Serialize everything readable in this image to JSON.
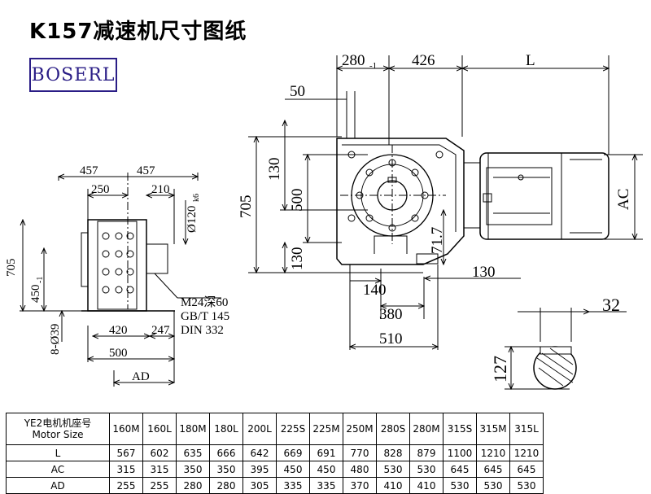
{
  "title": "K157减速机尺寸图纸",
  "logo": "BOSERL",
  "dims": {
    "left_w1": "457",
    "left_w2": "457",
    "left_250": "250",
    "left_210": "210",
    "left_120": "Ø120",
    "left_120_sub": "k6",
    "left_705": "705",
    "left_450": "450",
    "left_450_sub": "-1",
    "left_839": "8-Ø39",
    "left_420": "420",
    "left_247": "247",
    "left_500": "500",
    "left_ad": "AD",
    "note1": "M24深60",
    "note2": "GB/T 145",
    "note3": "DIN 332",
    "top_280": "280",
    "top_280_sub": "-1",
    "top_426": "426",
    "top_L": "L",
    "top_50": "50",
    "front_705": "705",
    "front_130a": "130",
    "front_500": "500",
    "front_130b": "130",
    "front_717": "71.7",
    "front_140": "140",
    "front_130c": "130",
    "front_380": "380",
    "front_510": "510",
    "front_ac": "AC",
    "shaft_32": "32",
    "shaft_127": "127"
  },
  "table": {
    "head_line1": "YE2电机机座号",
    "head_line2": "Motor Size",
    "sizes": [
      "160M",
      "160L",
      "180M",
      "180L",
      "200L",
      "225S",
      "225M",
      "250M",
      "280S",
      "280M",
      "315S",
      "315M",
      "315L"
    ],
    "rows": [
      {
        "label": "L",
        "values": [
          "567",
          "602",
          "635",
          "666",
          "642",
          "669",
          "691",
          "770",
          "828",
          "879",
          "1100",
          "1210",
          "1210"
        ]
      },
      {
        "label": "AC",
        "values": [
          "315",
          "315",
          "350",
          "350",
          "395",
          "450",
          "450",
          "480",
          "530",
          "530",
          "645",
          "645",
          "645"
        ]
      },
      {
        "label": "AD",
        "values": [
          "255",
          "255",
          "280",
          "280",
          "305",
          "335",
          "335",
          "370",
          "410",
          "410",
          "530",
          "530",
          "530"
        ]
      }
    ]
  }
}
